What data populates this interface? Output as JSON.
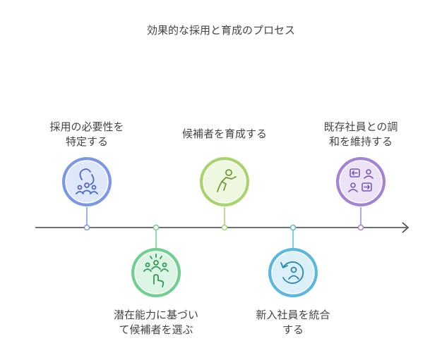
{
  "title": "効果的な採用と育成のプロセス",
  "steps": [
    {
      "label": "採用の必要性を\n特定する",
      "icon": "people-network-icon",
      "color": "#7a97e8",
      "fill": "#dfe7fb"
    },
    {
      "label": "潜在能力に基づい\nて候補者を選ぶ",
      "icon": "team-selection-icon",
      "color": "#6fcf8e",
      "fill": "#dcf4e3"
    },
    {
      "label": "候補者を育成する",
      "icon": "training-person-icon",
      "color": "#a8d46c",
      "fill": "#eef7df"
    },
    {
      "label": "新入社員を統合\nする",
      "icon": "onboarding-cycle-icon",
      "color": "#5ab8e0",
      "fill": "#dcf0f9"
    },
    {
      "label": "既存社員との調\n和を維持する",
      "icon": "two-way-communication-icon",
      "color": "#a483d6",
      "fill": "#ece3f7"
    }
  ]
}
